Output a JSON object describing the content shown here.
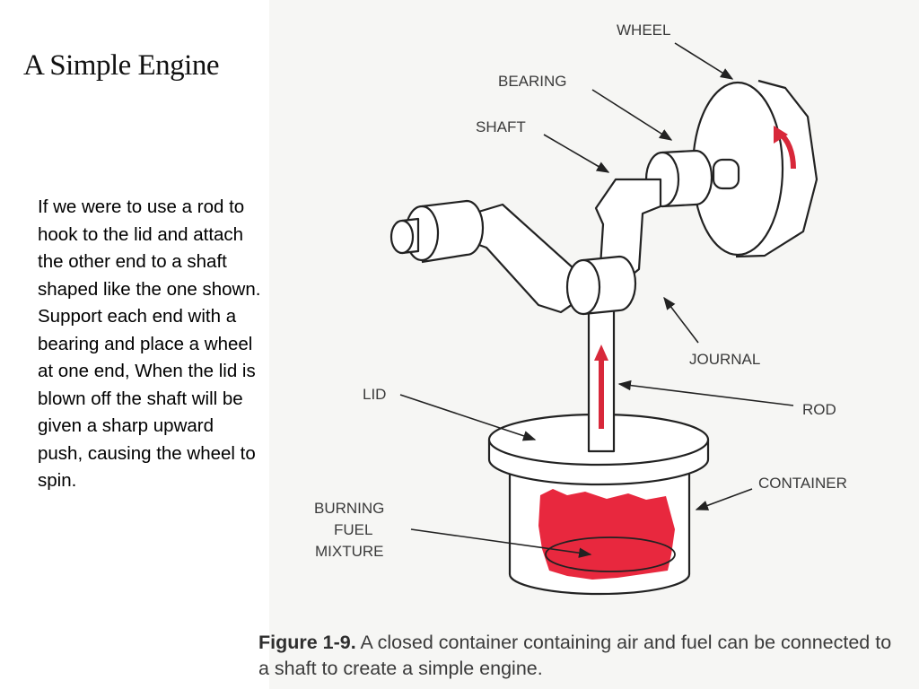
{
  "slide": {
    "title": "A Simple Engine",
    "paragraphs": [
      "If we were to use a rod to hook to the lid and attach the other end to a shaft shaped like the one shown.",
      "Support each end with a bearing and place a wheel at one end, When the lid is blown off the shaft will be given a sharp upward push, causing the wheel to spin."
    ]
  },
  "diagram": {
    "labels": {
      "wheel": "WHEEL",
      "bearing": "BEARING",
      "shaft": "SHAFT",
      "journal": "JOURNAL",
      "lid": "LID",
      "rod": "ROD",
      "container": "CONTAINER",
      "burning": "BURNING",
      "fuel": "FUEL",
      "mixture": "MIXTURE"
    },
    "caption": {
      "figure_number": "Figure 1-9.",
      "text": " A closed container containing air and fuel can be connected to a shaft to create a simple engine."
    },
    "colors": {
      "fuel": "#e8283e",
      "arrow": "#d8283a",
      "outline": "#222222",
      "label": "#3a3a3a"
    }
  }
}
